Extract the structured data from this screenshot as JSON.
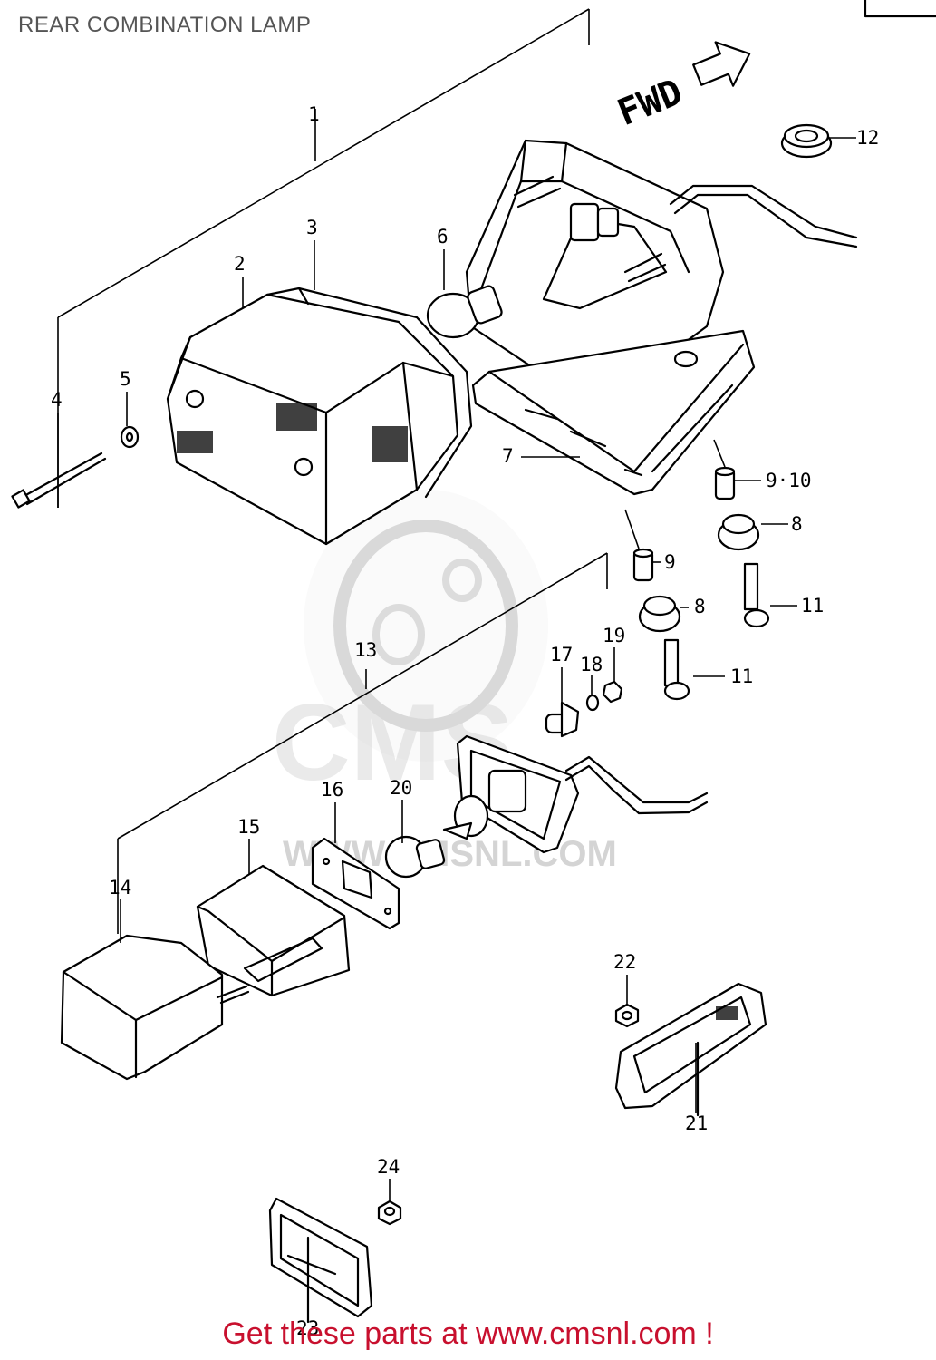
{
  "title": "REAR COMBINATION LAMP",
  "fwd_label": "FWD",
  "watermark_text": "WWW.CMSNL.COM",
  "footer": "Get these parts at www.cmsnl.com !",
  "colors": {
    "line": "#000000",
    "footer": "#c8102e",
    "title": "#555555",
    "watermark": "#d4d4d4"
  },
  "callouts": [
    "1",
    "2",
    "3",
    "4",
    "5",
    "6",
    "7",
    "8",
    "8",
    "9",
    "9·10",
    "11",
    "11",
    "12",
    "13",
    "14",
    "15",
    "16",
    "17",
    "18",
    "19",
    "20",
    "21",
    "22",
    "23",
    "24"
  ]
}
